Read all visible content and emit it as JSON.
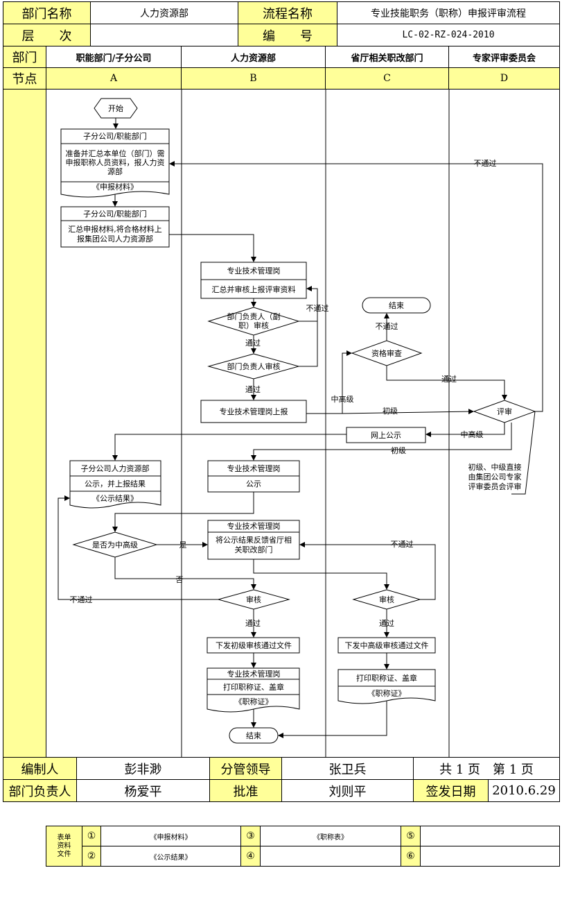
{
  "header": {
    "dept_label": "部门名称",
    "dept_value": "人力资源部",
    "process_label": "流程名称",
    "process_value": "专业技能职务（职称）申报评审流程",
    "level_label": "层　　次",
    "level_value": "",
    "code_label": "编　　号",
    "code_value": "LC-02-RZ-024-2010"
  },
  "lanes": {
    "dept_col_label": "部门",
    "node_col_label": "节点",
    "items": [
      {
        "dept": "职能部门/子分公司",
        "node": "A"
      },
      {
        "dept": "人力资源部",
        "node": "B"
      },
      {
        "dept": "省厅相关职改部门",
        "node": "C"
      },
      {
        "dept": "专家评审委员会",
        "node": "D"
      }
    ]
  },
  "flow": {
    "start": "开始",
    "a1_head": "子分公司/职能部门",
    "a1_body": [
      "准备并汇总本单位（部门）需",
      "申报职称人员资料，报人力资",
      "源部"
    ],
    "a1_doc": "《申报材料》",
    "a2_head": "子分公司/职能部门",
    "a2_body": [
      "汇总申报材料,将合格材料上",
      "报集团公司人力资源部"
    ],
    "b1_head": "专业技术管理岗",
    "b1_body": "汇总并审核上报评审资料",
    "d1": [
      "部门负责人（副",
      "职）审核"
    ],
    "d2": "部门负责人审核",
    "pass": "通过",
    "fail": "不通过",
    "b2": "专业技术管理岗上报",
    "end": "结束",
    "c_check": "资格审查",
    "mid_high": "中高级",
    "primary": "初级",
    "d_review": "评审",
    "c_publish": "网上公示",
    "d_note": [
      "初级、中级直接",
      "由集团公司专家",
      "评审委员会评审"
    ],
    "a3_head": "子分公司人力资源部",
    "a3_body": "公示，并上报结果",
    "a3_doc": "《公示结果》",
    "b3_head": "专业技术管理岗",
    "b3_body": "公示",
    "a_decision": "是否为中高级",
    "yes": "是",
    "no": "否",
    "b4_head": "专业技术管理岗",
    "b4_body": [
      "将公示结果反馈省厅相",
      "关职改部门"
    ],
    "b_review": "审核",
    "c_review": "审核",
    "b5": "下发初级审核通过文件",
    "c5": "下发中高级审核通过文件",
    "b6_head": "专业技术管理岗",
    "b6_body": "打印职称证、盖章",
    "b6_doc": "《职称证》",
    "c6_body": "打印职称证、盖章",
    "c6_doc": "《职称证》",
    "end2": "结束"
  },
  "footer": {
    "author_label": "编制人",
    "author": "彭非渺",
    "leader_label": "分管领导",
    "leader": "张卫兵",
    "pages": "共 1 页　第 1 页",
    "head_label": "部门负责人",
    "head": "杨爱平",
    "approve_label": "批准",
    "approve": "刘则平",
    "date_label": "签发日期",
    "date": "2010.6.29"
  },
  "forms": {
    "label": [
      "表单",
      "资料",
      "文件"
    ],
    "n1": "①",
    "v1": "《申报材料》",
    "n2": "②",
    "v2": "《公示结果》",
    "n3": "③",
    "v3": "《职称表》",
    "n4": "④",
    "v4": "",
    "n5": "⑤",
    "v5": "",
    "n6": "⑥",
    "v6": ""
  }
}
